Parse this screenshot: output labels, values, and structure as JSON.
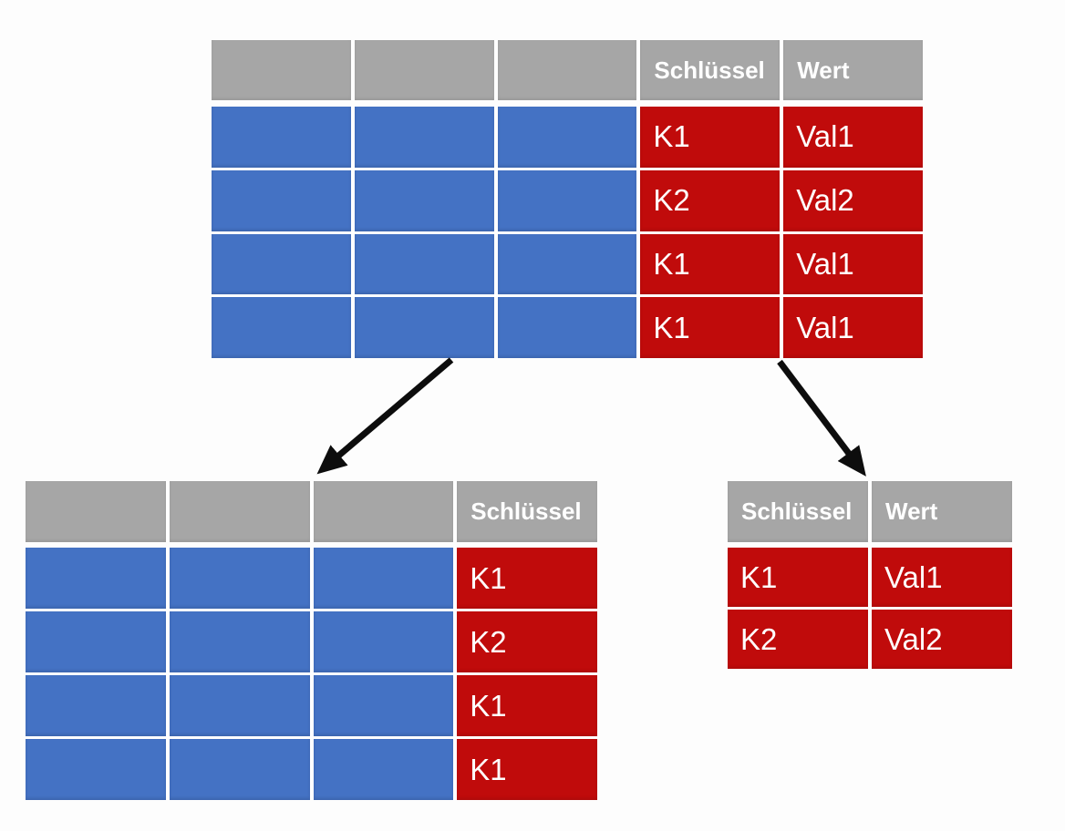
{
  "colors": {
    "header_gray": "#a6a6a6",
    "body_blue": "#4472c4",
    "body_red": "#c00b0b",
    "cell_text": "#ffffff",
    "arrow_black": "#0d0d0d",
    "background": "#fdfdfd"
  },
  "diagram": {
    "source_table": {
      "columns": [
        "",
        "",
        "",
        "Schlüssel",
        "Wert"
      ],
      "rows": [
        [
          "",
          "",
          "",
          "K1",
          "Val1"
        ],
        [
          "",
          "",
          "",
          "K2",
          "Val2"
        ],
        [
          "",
          "",
          "",
          "K1",
          "Val1"
        ],
        [
          "",
          "",
          "",
          "K1",
          "Val1"
        ]
      ]
    },
    "keys_table": {
      "columns": [
        "",
        "",
        "",
        "Schlüssel"
      ],
      "rows": [
        [
          "",
          "",
          "",
          "K1"
        ],
        [
          "",
          "",
          "",
          "K2"
        ],
        [
          "",
          "",
          "",
          "K1"
        ],
        [
          "",
          "",
          "",
          "K1"
        ]
      ]
    },
    "lookup_table": {
      "columns": [
        "Schlüssel",
        "Wert"
      ],
      "rows": [
        [
          "K1",
          "Val1"
        ],
        [
          "K2",
          "Val2"
        ]
      ]
    }
  }
}
